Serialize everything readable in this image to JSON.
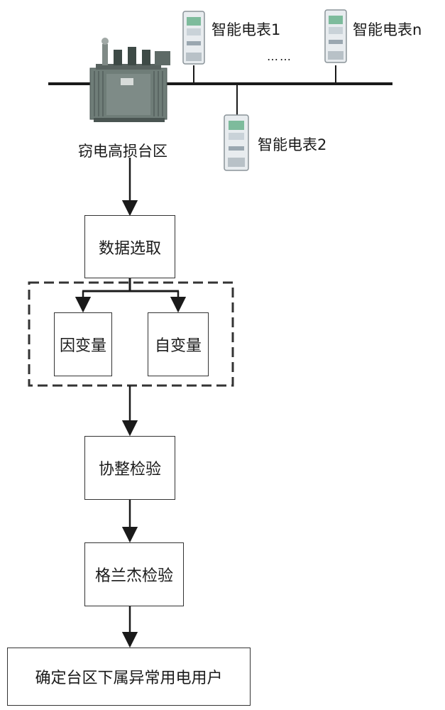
{
  "top": {
    "transformer_label": "窃电高损台区",
    "meters": [
      {
        "label": "智能电表1"
      },
      {
        "label": "智能电表n"
      },
      {
        "label": "智能电表2"
      }
    ],
    "ellipsis": "……"
  },
  "flow": {
    "select": "数据选取",
    "dependent": "因变量",
    "independent": "自变量",
    "cointegration": "协整检验",
    "granger": "格兰杰检验",
    "result": "确定台区下属异常用电用户"
  },
  "colors": {
    "line": "#1a1a1a",
    "meter_body": "#e8ecef",
    "transformer": "#6f7d78"
  }
}
